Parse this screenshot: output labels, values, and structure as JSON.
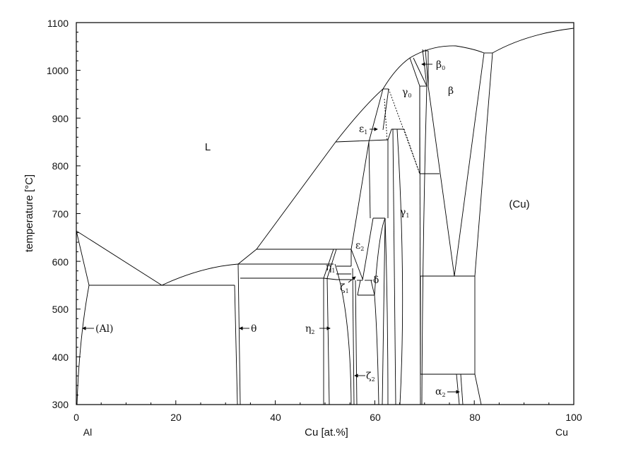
{
  "x_axis": {
    "tick_labels": [
      "0",
      "20",
      "40",
      "60",
      "80",
      "100"
    ],
    "end_labels": {
      "left": "Al",
      "right": "Cu"
    },
    "title": "Cu [at.%]",
    "range": [
      0,
      100
    ]
  },
  "y_axis": {
    "tick_labels": [
      "300",
      "400",
      "500",
      "600",
      "700",
      "800",
      "900",
      "1000",
      "1100"
    ],
    "title": "temperature [°C]",
    "range": [
      300,
      1100
    ]
  },
  "phase_labels": {
    "L": "L",
    "Al": "(Al)",
    "theta": "θ",
    "eta1": "η",
    "eta1_sub": "1",
    "eta2": "η",
    "eta2_sub": "2",
    "zeta1": "ζ",
    "zeta1_sub": "1",
    "zeta2": "ζ",
    "zeta2_sub": "2",
    "delta": "δ",
    "eps1": "ε",
    "eps1_sub": "1",
    "eps2": "ε",
    "eps2_sub": "2",
    "gamma0": "γ",
    "gamma0_sub": "0",
    "gamma1": "γ",
    "gamma1_sub": "1",
    "beta0": "β",
    "beta0_sub": "0",
    "beta": "β",
    "alpha2": "α",
    "alpha2_sub": "2",
    "Cu": "(Cu)"
  }
}
